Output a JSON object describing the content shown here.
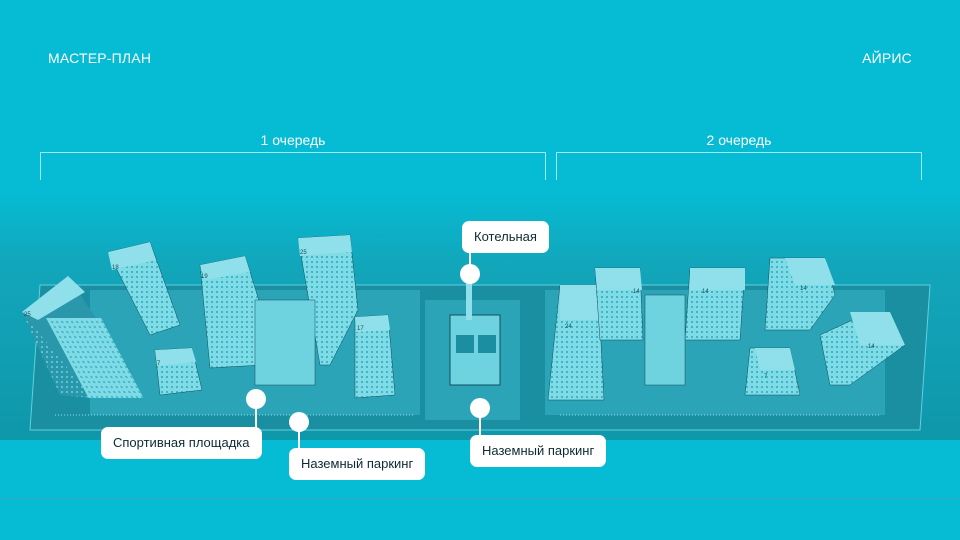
{
  "header": {
    "title": "МАСТЕР-ПЛАН",
    "brand": "АЙРИС"
  },
  "phases": [
    {
      "label": "1 очередь"
    },
    {
      "label": "2 очередь"
    }
  ],
  "callouts": {
    "boiler": "Котельная",
    "sports": "Спортивная площадка",
    "parking_left": "Наземный паркинг",
    "parking_center": "Наземный паркинг"
  },
  "buildings": {
    "phase1": [
      "25",
      "18",
      "19",
      "25",
      "7",
      "17"
    ],
    "phase2": [
      "24",
      "14",
      "14",
      "14",
      "7",
      "14"
    ]
  },
  "colors": {
    "background": "#05bcd4",
    "accent": "#ffffff"
  }
}
